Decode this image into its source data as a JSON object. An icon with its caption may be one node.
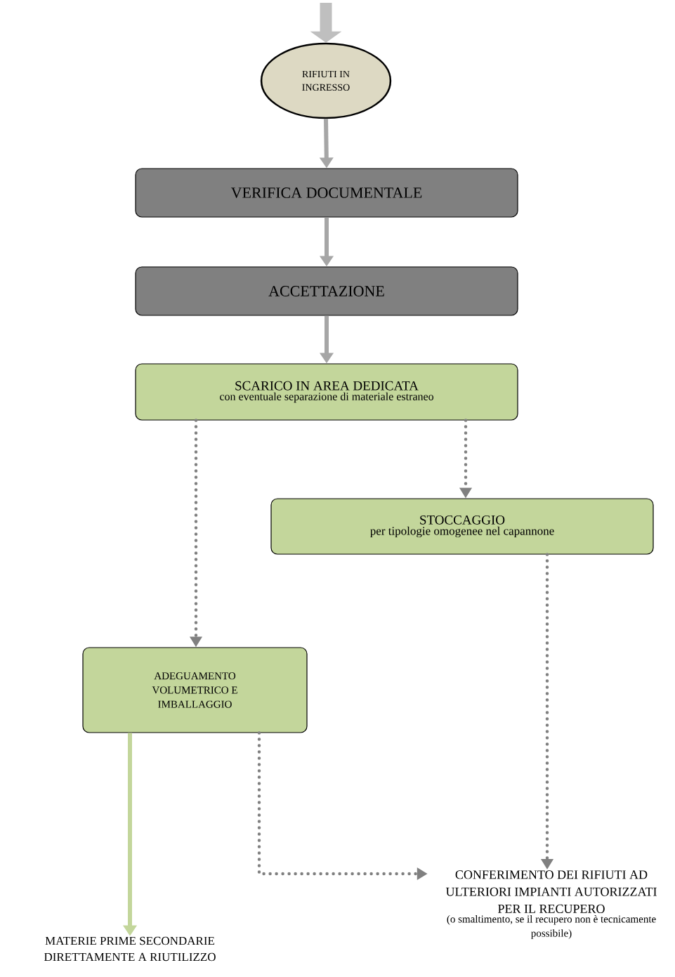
{
  "diagram": {
    "nodes": [
      {
        "text": [
          "RIFIUTI IN INGRESSO"
        ]
      },
      {
        "text": [
          "VERIFICA DOCUMENTALE"
        ]
      },
      {
        "text": [
          "ACCETTAZIONE"
        ]
      },
      {
        "text": [
          "SCARICO IN AREA DEDICATA",
          "con eventuale separazione di materiale estraneo"
        ]
      },
      {
        "text": [
          "STOCCAGGIO",
          "per tipologie omogenee nel capannone"
        ]
      },
      {
        "text": [
          "ADEGUAMENTO VOLUMETRICO E IMBALLAGGIO"
        ]
      },
      {
        "text": [
          "MATERIE PRIME SECONDARIE DIRETTAMENTE A RIUTILIZZO"
        ]
      },
      {
        "text": [
          "CONFERIMENTO DEI RIFIUTI AD ULTERIORI IMPIANTI AUTORIZZATI PER  IL RECUPERO",
          "(o smaltimento, se il recupero non è tecnicamente possibile)"
        ]
      }
    ],
    "edges": [
      {
        "from": null,
        "to": 0,
        "arrow": "to",
        "style": "thick"
      },
      {
        "from": 0,
        "to": 1,
        "arrow": "to"
      },
      {
        "from": 1,
        "to": 2,
        "arrow": "to"
      },
      {
        "from": 2,
        "to": 3,
        "arrow": "to"
      },
      {
        "from": 3,
        "to": 5,
        "arrow": "to",
        "style": "dashed"
      },
      {
        "from": 3,
        "to": 4,
        "arrow": "to",
        "style": "dashed"
      },
      {
        "from": 4,
        "to": 7,
        "arrow": "to",
        "style": "dashed"
      },
      {
        "from": 5,
        "to": 7,
        "arrow": "to",
        "style": "dashed"
      },
      {
        "from": 5,
        "to": 6,
        "arrow": "to",
        "color": "#c3d69b"
      }
    ]
  }
}
